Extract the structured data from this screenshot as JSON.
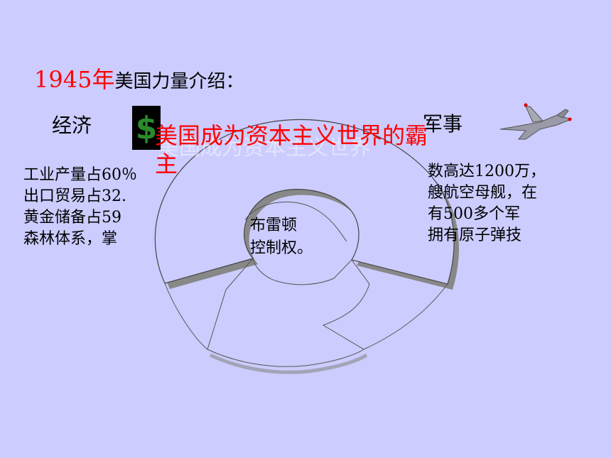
{
  "title": {
    "year": "1945年",
    "rest": "美国力量介绍："
  },
  "economy": {
    "label": "经济",
    "lines": [
      "工业产量占60％",
      "出口贸易占32.",
      "黄金储备占59",
      "森林体系，掌"
    ]
  },
  "military": {
    "label": "军事",
    "lines": [
      "数高达1200万，",
      "艘航空母舰，在",
      "有500多个军",
      "拥有原子弹技"
    ]
  },
  "britain_text": {
    "lines": [
      "布雷顿",
      "控制权。"
    ]
  },
  "headline": "美国成为资本主义世界的霸主",
  "icons": {
    "dollar": "dollar-icon",
    "jet": "fighter-jet-icon"
  },
  "colors": {
    "background": "#ccccff",
    "accent": "#ff0000"
  }
}
